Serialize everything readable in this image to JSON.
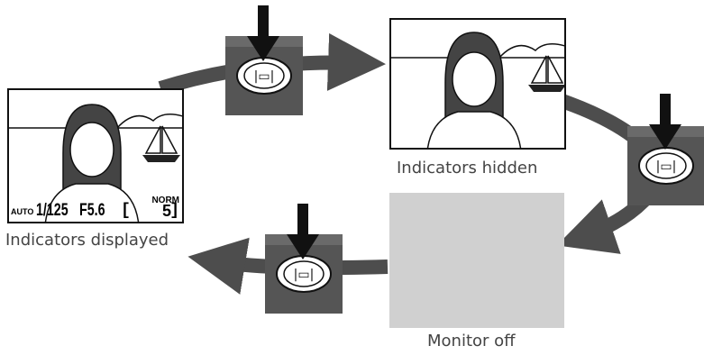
{
  "captions": {
    "displayed": "Indicators displayed",
    "hidden": "Indicators hidden",
    "off": "Monitor off"
  },
  "overlay": {
    "mode": "AUTO",
    "shutter": "1/125",
    "aperture": "F5.6",
    "quality": "NORM",
    "frames": "5"
  },
  "icons": {
    "button": "monitor-button-icon",
    "press": "down-arrow-icon",
    "flow": "curved-arrow-icon"
  },
  "colors": {
    "arrow": "#4d4d4d",
    "panel": "#555555",
    "monitor_off": "#d0d0d0"
  }
}
